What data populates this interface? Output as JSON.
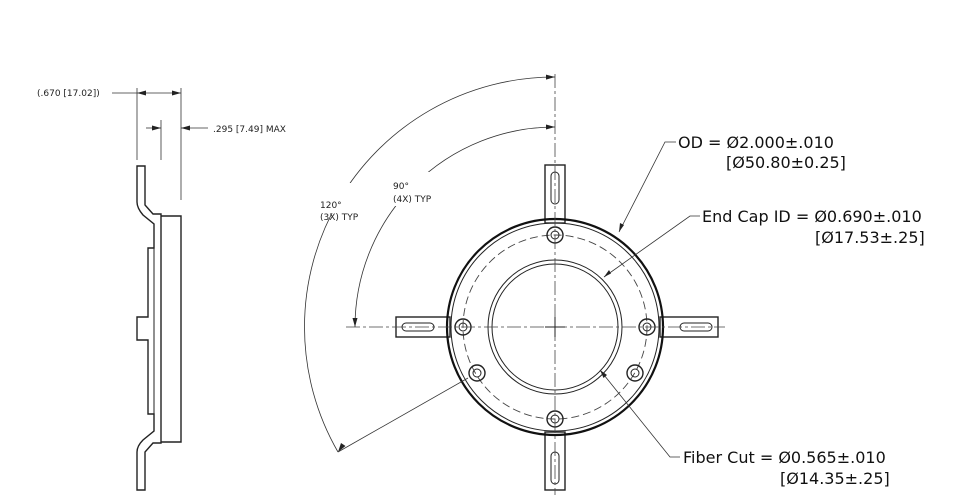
{
  "side_view": {
    "overall_thickness": "(.670  [17.02])",
    "plate_thickness": ".295  [7.49]  MAX"
  },
  "angles": {
    "outer_value": "120°",
    "outer_note": "(3X) TYP",
    "inner_value": "90°",
    "inner_note": "(4X) TYP"
  },
  "callouts": {
    "od_line1": "OD = Ø2.000±.010",
    "od_line2": "[Ø50.80±0.25]",
    "endcap_line1": "End Cap ID = Ø0.690±.010",
    "endcap_line2": "[Ø17.53±.25]",
    "fiber_line1": "Fiber Cut =  Ø0.565±.010",
    "fiber_line2": "[Ø14.35±.25]"
  }
}
